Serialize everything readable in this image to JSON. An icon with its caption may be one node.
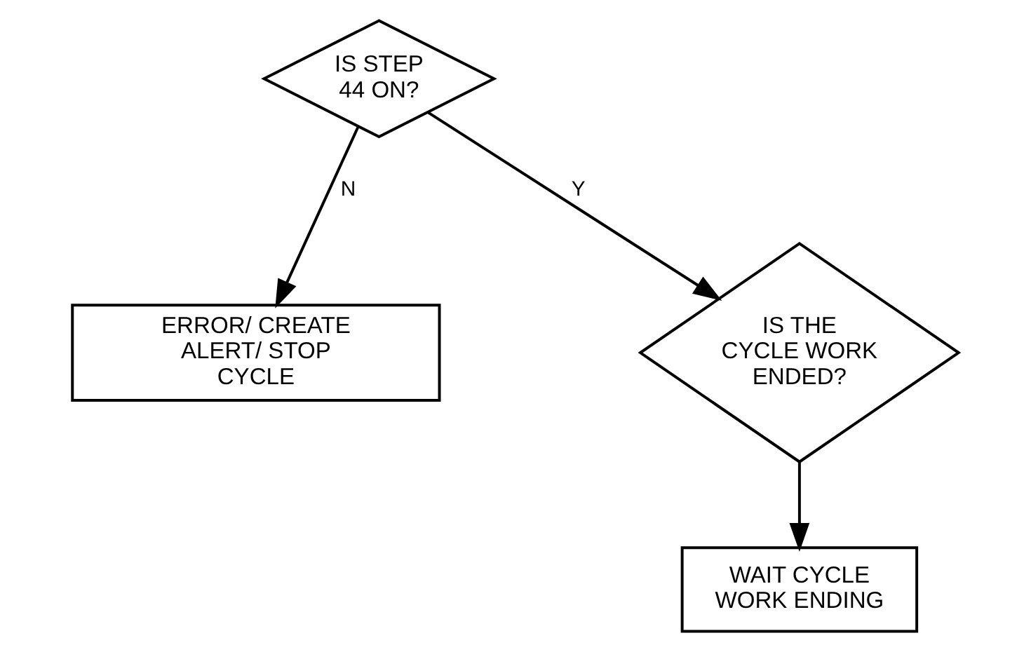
{
  "diagram": {
    "nodes": [
      {
        "text": [
          "IS STEP 44 ON?"
        ]
      },
      {
        "text": [
          "ERROR/ CREATE ALERT/ STOP CYCLE"
        ]
      },
      {
        "text": [
          "IS THE CYCLE WORK ENDED?"
        ]
      },
      {
        "text": [
          "WAIT CYCLE WORK ENDING"
        ]
      }
    ],
    "edges": [
      {
        "from": 0,
        "to": 1,
        "arrow": "to",
        "label": "N"
      },
      {
        "from": 0,
        "to": 2,
        "arrow": "to",
        "label": "Y"
      },
      {
        "from": 2,
        "to": 3,
        "arrow": "to"
      }
    ]
  }
}
